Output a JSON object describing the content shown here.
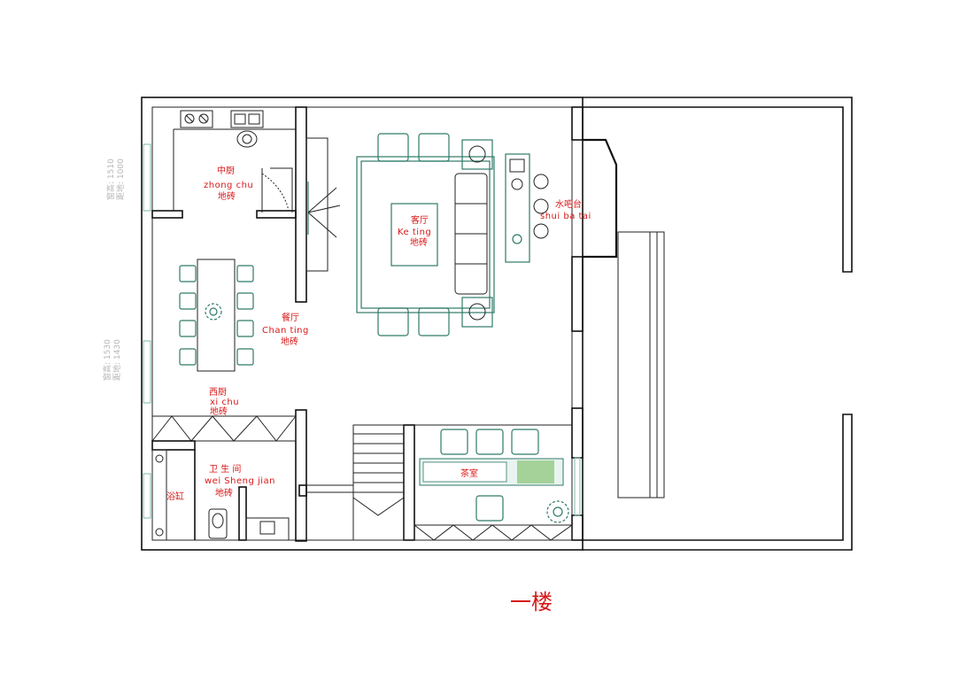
{
  "floor_title": "一楼",
  "rooms": [
    {
      "key": "kitchen",
      "cn": "中厨",
      "en": "zhong chu",
      "floor": "地砖"
    },
    {
      "key": "dining",
      "cn": "餐厅",
      "en": "Chan ting",
      "floor": "地砖"
    },
    {
      "key": "western_kitchen",
      "cn": "西厨",
      "en": "xi chu",
      "floor": "地砖"
    },
    {
      "key": "bathroom",
      "cn": "卫 生 间",
      "en": "wei Sheng jian",
      "floor": "地砖"
    },
    {
      "key": "bathtub",
      "cn": "浴缸"
    },
    {
      "key": "living",
      "cn": "客厅",
      "en": "Ke ting",
      "floor": "地砖"
    },
    {
      "key": "water_bar",
      "cn": "水吧台",
      "en": "shui ba tai"
    },
    {
      "key": "tea_room",
      "cn": "茶室"
    }
  ],
  "window_notes": [
    {
      "line1": "窗高: 1510",
      "line2": "距地: 1000"
    },
    {
      "line1": "窗高: 1530",
      "line2": "距地: 1430"
    }
  ],
  "colors": {
    "label": "#d81818",
    "furniture": "#2f7a68",
    "window": "#7fb8ad",
    "wall": "#111111"
  }
}
